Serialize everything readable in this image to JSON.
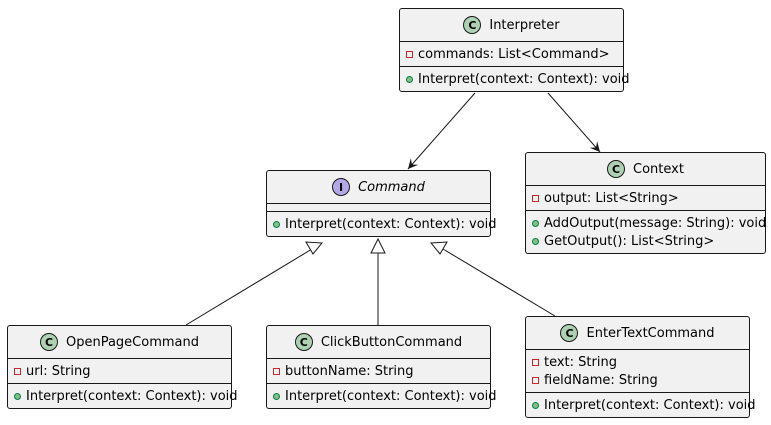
{
  "classes": {
    "interpreter": {
      "kind": "C",
      "name": "Interpreter",
      "fields": [
        {
          "visibility": "private",
          "text": "commands: List<Command>"
        }
      ],
      "methods": [
        {
          "visibility": "public",
          "text": "Interpret(context: Context): void"
        }
      ]
    },
    "command": {
      "kind": "I",
      "name": "Command",
      "fields": [],
      "methods": [
        {
          "visibility": "public",
          "text": "Interpret(context: Context): void"
        }
      ]
    },
    "context": {
      "kind": "C",
      "name": "Context",
      "fields": [
        {
          "visibility": "private",
          "text": "output: List<String>"
        }
      ],
      "methods": [
        {
          "visibility": "public",
          "text": "AddOutput(message: String): void"
        },
        {
          "visibility": "public",
          "text": "GetOutput(): List<String>"
        }
      ]
    },
    "open_page": {
      "kind": "C",
      "name": "OpenPageCommand",
      "fields": [
        {
          "visibility": "private",
          "text": "url: String"
        }
      ],
      "methods": [
        {
          "visibility": "public",
          "text": "Interpret(context: Context): void"
        }
      ]
    },
    "click_button": {
      "kind": "C",
      "name": "ClickButtonCommand",
      "fields": [
        {
          "visibility": "private",
          "text": "buttonName: String"
        }
      ],
      "methods": [
        {
          "visibility": "public",
          "text": "Interpret(context: Context): void"
        }
      ]
    },
    "enter_text": {
      "kind": "C",
      "name": "EnterTextCommand",
      "fields": [
        {
          "visibility": "private",
          "text": "text: String"
        },
        {
          "visibility": "private",
          "text": "fieldName: String"
        }
      ],
      "methods": [
        {
          "visibility": "public",
          "text": "Interpret(context: Context): void"
        }
      ]
    }
  },
  "relations": [
    {
      "from": "Interpreter",
      "to": "Command",
      "type": "association"
    },
    {
      "from": "Interpreter",
      "to": "Context",
      "type": "association"
    },
    {
      "from": "OpenPageCommand",
      "to": "Command",
      "type": "realization"
    },
    {
      "from": "ClickButtonCommand",
      "to": "Command",
      "type": "realization"
    },
    {
      "from": "EnterTextCommand",
      "to": "Command",
      "type": "realization"
    }
  ],
  "colors": {
    "class_badge": "#add1b2",
    "interface_badge": "#b4a7e5",
    "box_fill": "#f1f1f1",
    "border": "#181818",
    "private_marker": "#c82930",
    "public_marker": "#84be84"
  }
}
